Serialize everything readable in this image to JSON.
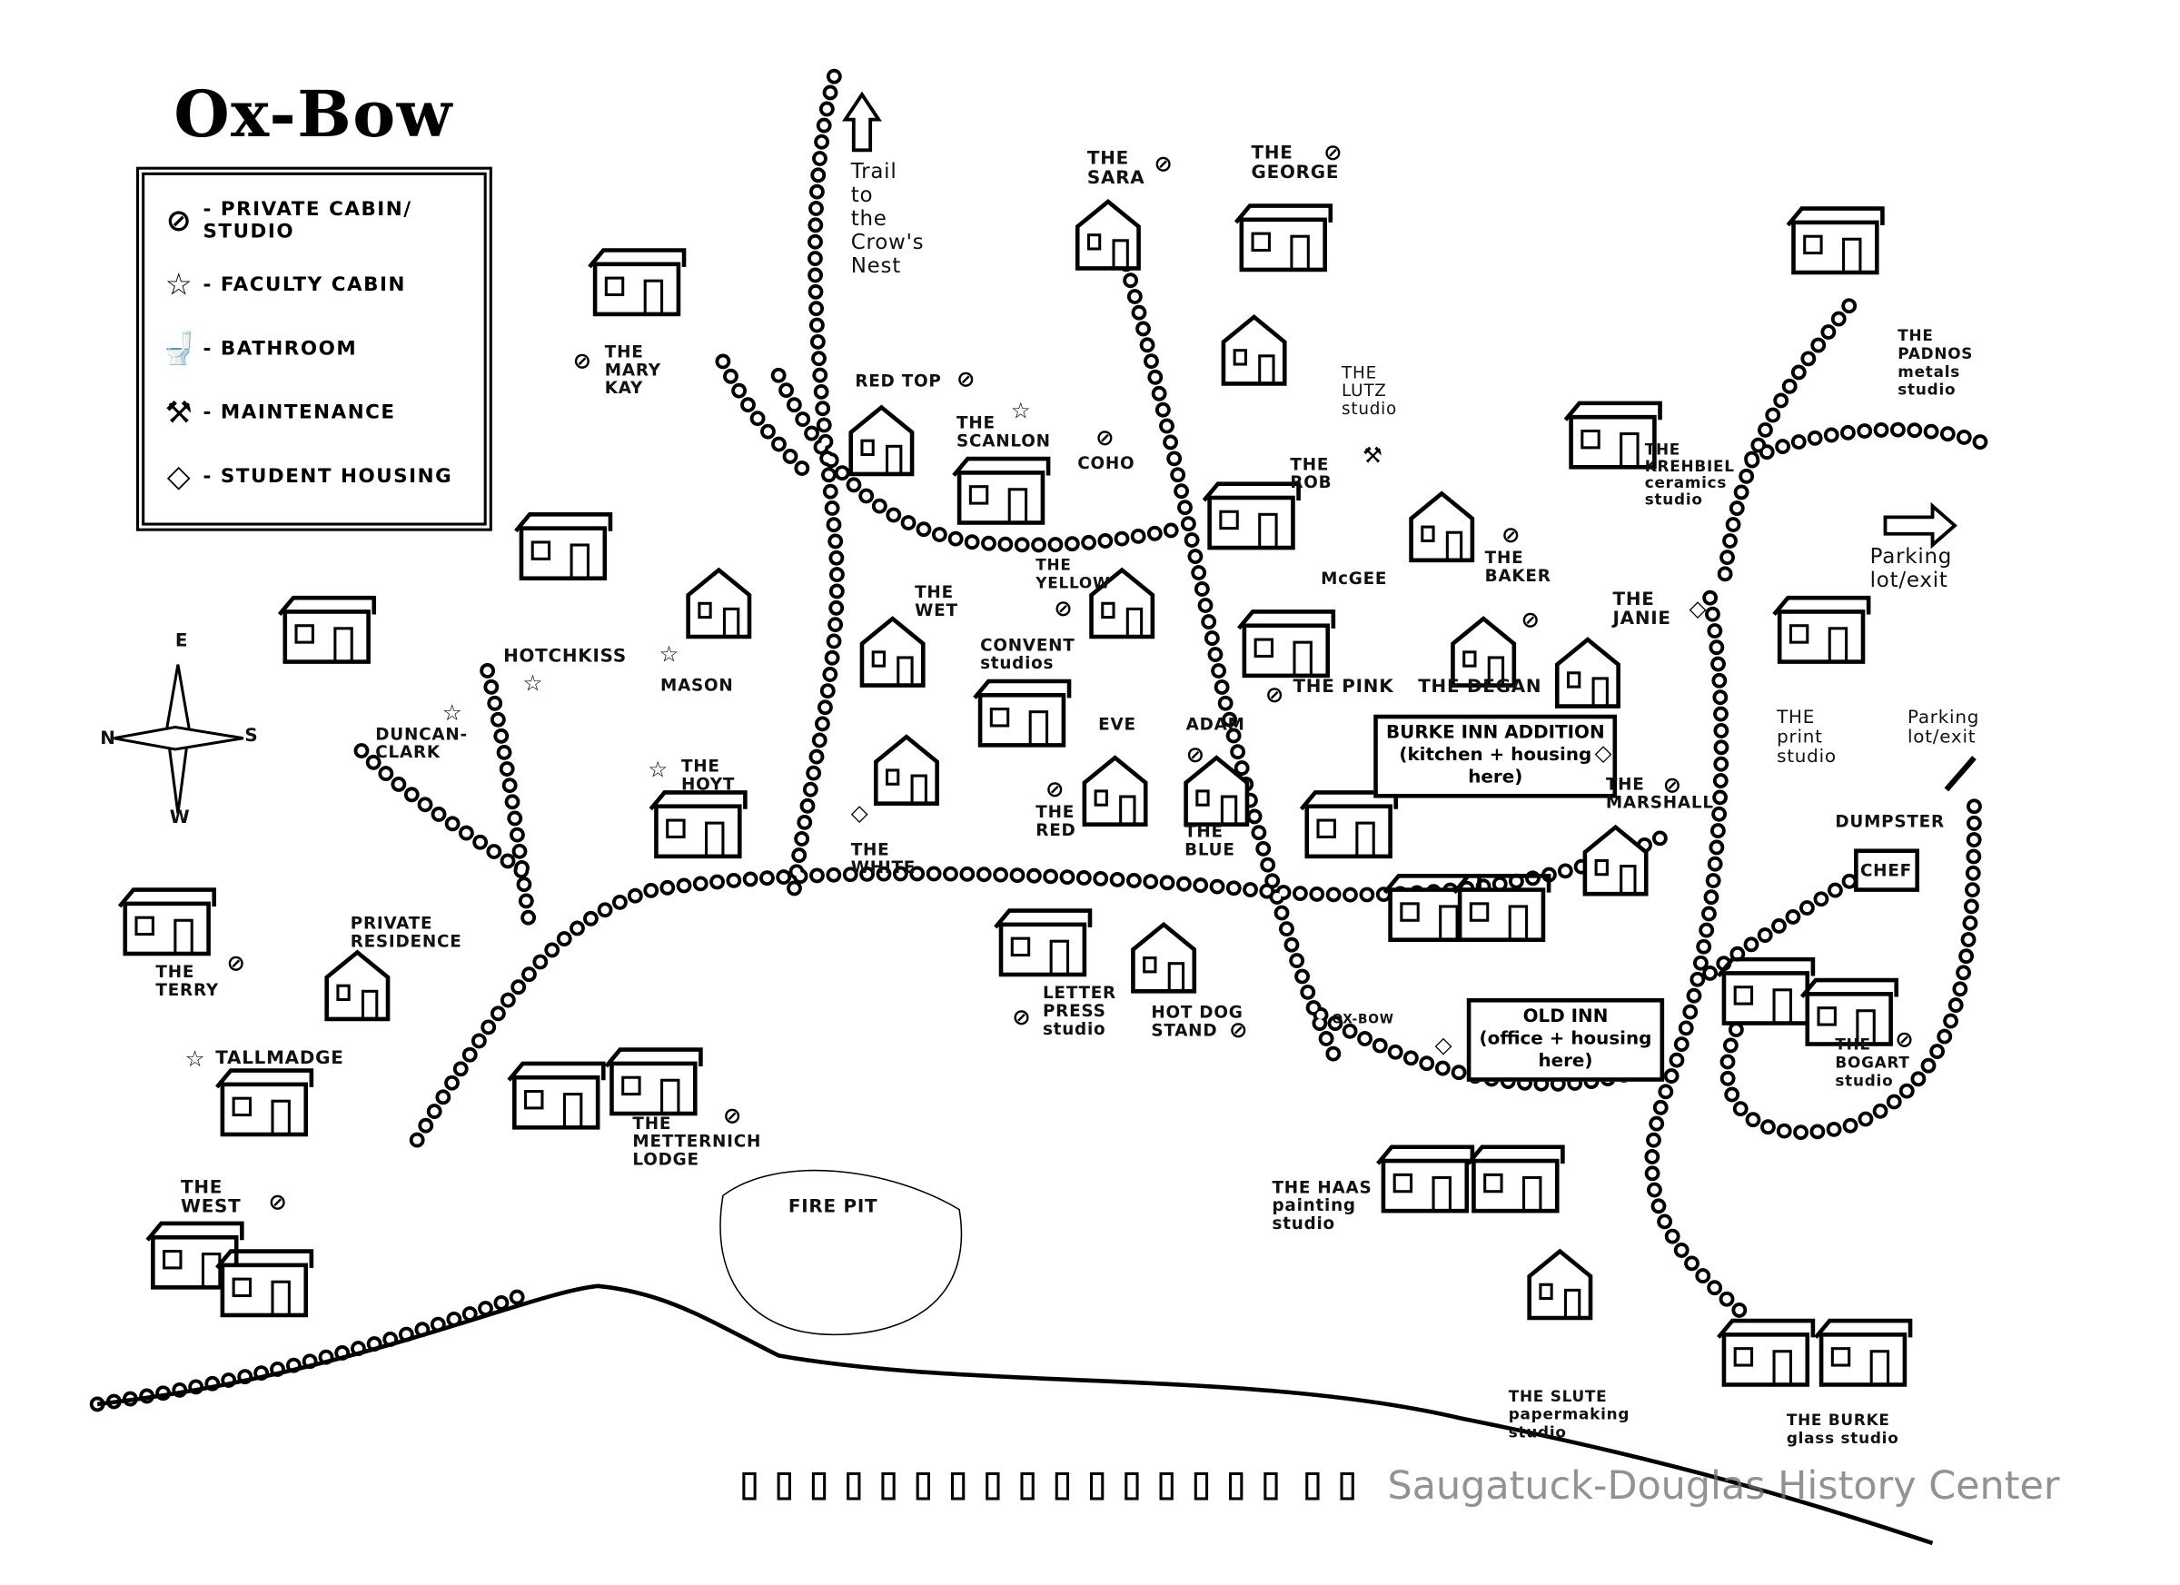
{
  "map": {
    "title": "Ox-Bow",
    "watermark": "Saugatuck-Douglas History Center"
  },
  "legend": {
    "items": [
      {
        "icon": "prohibited-circle-icon",
        "symbol": "⊘",
        "label": "- PRIVATE CABIN/\nSTUDIO"
      },
      {
        "icon": "star-icon",
        "symbol": "☆",
        "label": "- FACULTY CABIN"
      },
      {
        "icon": "toilet-icon",
        "symbol": "🚽",
        "label": "- BATHROOM"
      },
      {
        "icon": "hammer-icon",
        "symbol": "⚒",
        "label": "- MAINTENANCE"
      },
      {
        "icon": "diamond-icon",
        "symbol": "◇",
        "label": "- STUDENT HOUSING"
      }
    ]
  },
  "compass": {
    "n": "N",
    "s": "S",
    "e": "E",
    "w": "W"
  },
  "labels": {
    "trail": "Trail\nto\nthe\nCrow's\nNest",
    "sara": "THE\nSARA",
    "george": "THE\nGEORGE",
    "marykay": "THE\nMARY\nKAY",
    "redtop": "RED TOP",
    "scanlon": "THE\nSCANLON",
    "coho": "COHO",
    "lutz": "THE\nLUTZ\nstudio",
    "rob": "THE\nROB",
    "mcgee": "McGEE",
    "baker": "THE\nBAKER",
    "krehbiel": "THE\nKREHBIEL\nceramics\nstudio",
    "padnos": "THE\nPADNOS\nmetals\nstudio",
    "parking1": "Parking\nlot/exit",
    "hotchkiss": "HOTCHKISS",
    "mason": "MASON",
    "wet": "THE\nWET",
    "yellow": "THE\nYELLOW",
    "convent": "CONVENT\nstudios",
    "pink": "THE PINK",
    "degan": "THE DEGAN",
    "janie": "THE\nJANIE",
    "print": "THE\nprint\nstudio",
    "parking2": "Parking\nlot/exit",
    "duncan": "DUNCAN-\nCLARK",
    "eve": "EVE",
    "adam": "ADAM",
    "burke_addition": "BURKE INN ADDITION\n(kitchen + housing\nhere)",
    "hoyt": "THE\nHOYT",
    "red": "THE\nRED",
    "blue": "THE\nBLUE",
    "marshall": "THE\nMARSHALL",
    "white": "THE\nWHITE",
    "dumpster": "DUMPSTER",
    "chef": "CHEF",
    "private_residence": "PRIVATE\nRESIDENCE",
    "terry": "THE\nTERRY",
    "letterpress": "LETTER\nPRESS\nstudio",
    "hotdog": "HOT DOG\nSTAND",
    "old_inn": "OLD INN\n(office + housing\nhere)",
    "bogart": "THE\nBOGART\nstudio",
    "tallmadge": "TALLMADGE",
    "metternich": "THE\nMETTERNICH\nLODGE",
    "haas": "THE HAAS\npainting\nstudio",
    "west": "THE\nWEST",
    "firepit": "FIRE PIT",
    "slute": "THE SLUTE\npapermaking\nstudio",
    "burke_glass": "THE BURKE\nglass studio",
    "oxbow_sign": "OX-BOW"
  }
}
